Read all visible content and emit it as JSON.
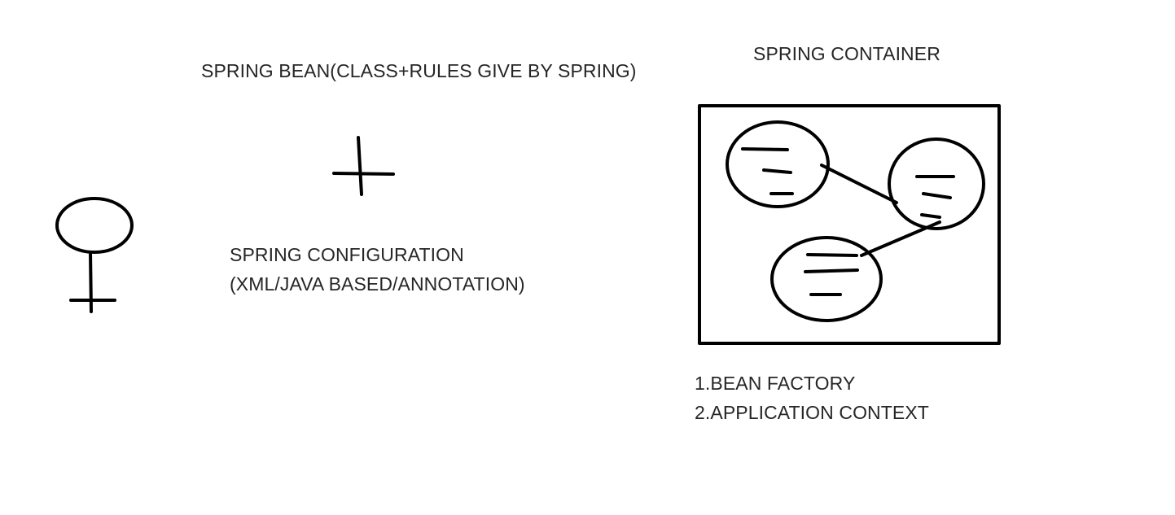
{
  "labels": {
    "spring_bean": "SPRING BEAN(CLASS+RULES GIVE BY SPRING)",
    "spring_configuration_line1": "SPRING CONFIGURATION",
    "spring_configuration_line2": "(XML/JAVA BASED/ANNOTATION)",
    "spring_container": "SPRING CONTAINER",
    "container_types": [
      "1.BEAN FACTORY",
      "2.APPLICATION CONTEXT"
    ]
  },
  "colors": {
    "ink": "#000000",
    "text": "#262626",
    "background": "#ffffff"
  },
  "icons": [
    "female-symbol-icon",
    "plus-icon"
  ]
}
